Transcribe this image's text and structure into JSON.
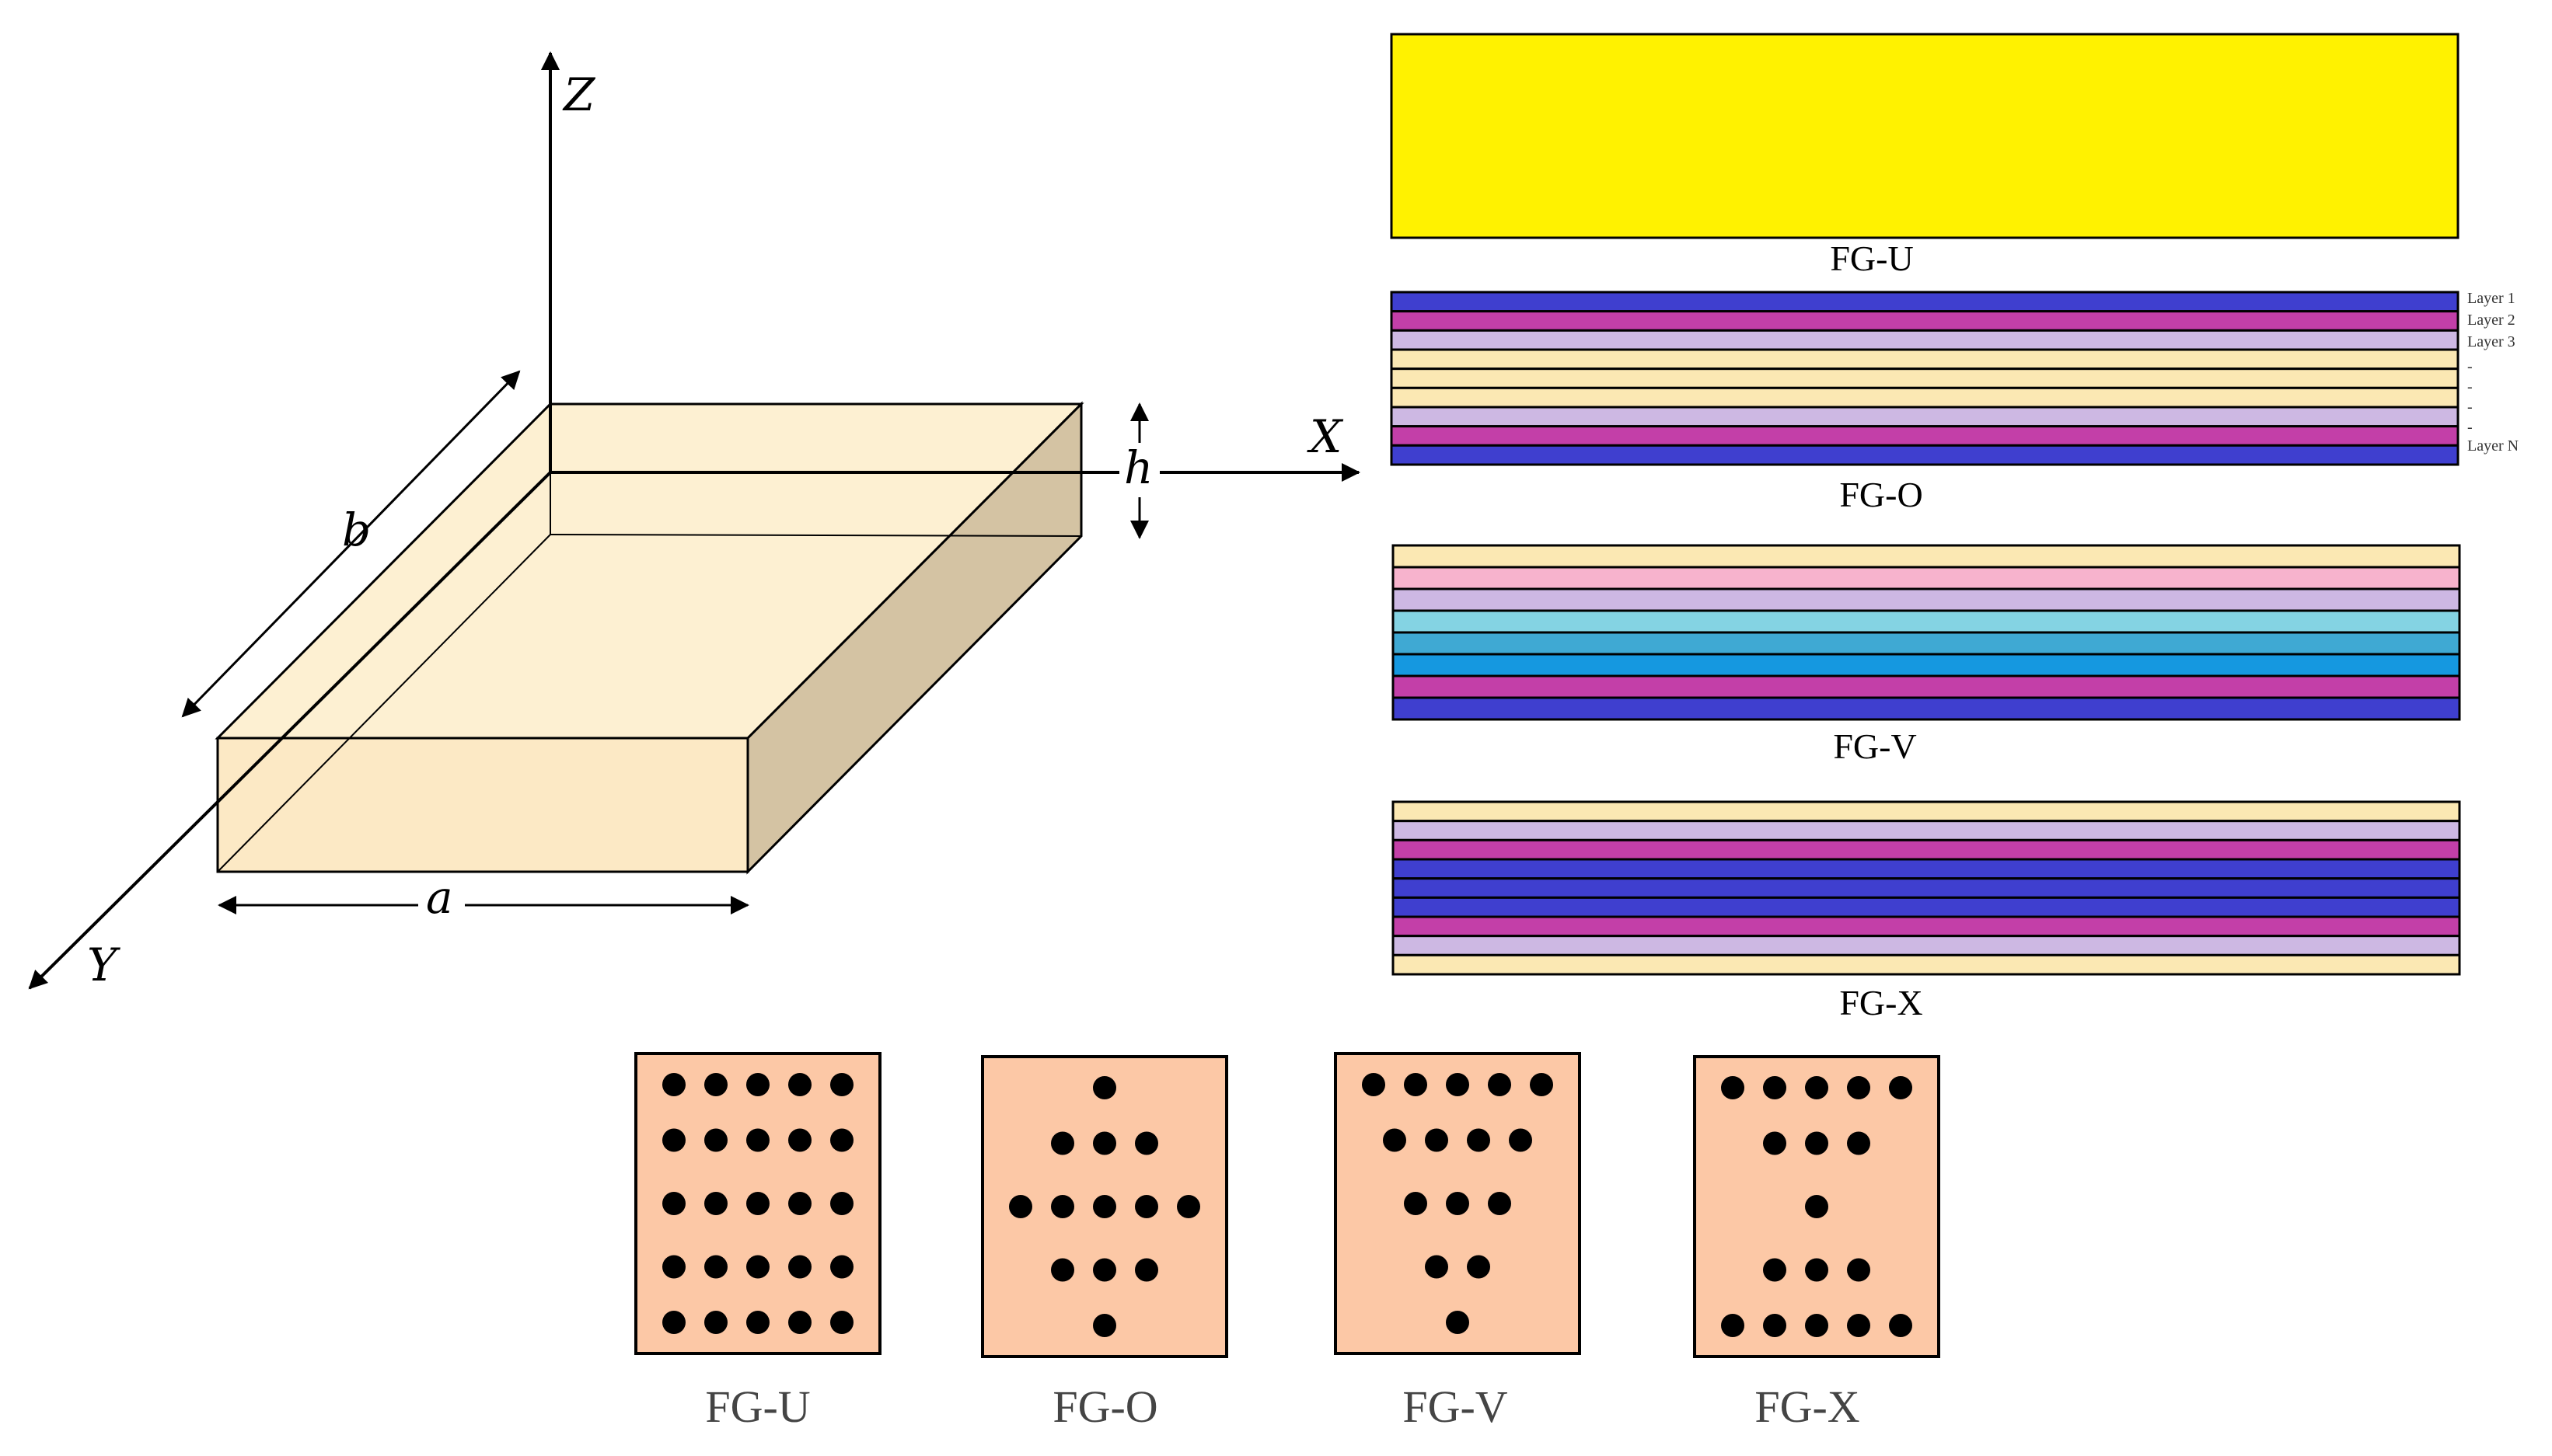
{
  "axes": {
    "x": "X",
    "y": "Y",
    "z": "Z"
  },
  "dimensions": {
    "a": "a",
    "b": "b",
    "h": "h"
  },
  "colors": {
    "plate_top": "#fdf0d2",
    "plate_front": "#fce9c5",
    "plate_right": "#d4c3a3",
    "uniform_fill": "#fff200",
    "section_bg": "#fcc8a6",
    "fiber": "#000000",
    "stroke": "#000000"
  },
  "layer_labels": [
    "Layer 1",
    "Layer 2",
    "Layer 3",
    "-",
    "-",
    "-",
    "-",
    "Layer N"
  ],
  "stacks": [
    {
      "id": "FG-U",
      "label": "FG-U",
      "layers": [
        "#fff200"
      ]
    },
    {
      "id": "FG-O",
      "label": "FG-O",
      "layers": [
        "#3f3fcf",
        "#c33fa8",
        "#cdb8e3",
        "#fbe8b3",
        "#fbe8b3",
        "#fbe8b3",
        "#cdb8e3",
        "#c33fa8",
        "#3f3fcf"
      ]
    },
    {
      "id": "FG-V",
      "label": "FG-V",
      "layers": [
        "#fbe8b3",
        "#f7b3cd",
        "#cdb8e3",
        "#84d3e3",
        "#3fa9d3",
        "#1598e0",
        "#c33fa8",
        "#3f3fcf"
      ]
    },
    {
      "id": "FG-X",
      "label": "FG-X",
      "layers": [
        "#fbe8b3",
        "#cdb8e3",
        "#c33fa8",
        "#3f3fcf",
        "#3f3fcf",
        "#3f3fcf",
        "#c33fa8",
        "#cdb8e3",
        "#fbe8b3"
      ]
    }
  ],
  "cross_sections": [
    {
      "id": "FG-U",
      "label": "FG-U",
      "rows": [
        5,
        5,
        5,
        5,
        5
      ]
    },
    {
      "id": "FG-O",
      "label": "FG-O",
      "rows": [
        1,
        3,
        5,
        3,
        1
      ]
    },
    {
      "id": "FG-V",
      "label": "FG-V",
      "rows": [
        5,
        4,
        3,
        2,
        1
      ]
    },
    {
      "id": "FG-X",
      "label": "FG-X",
      "rows": [
        5,
        3,
        1,
        3,
        5
      ]
    }
  ]
}
